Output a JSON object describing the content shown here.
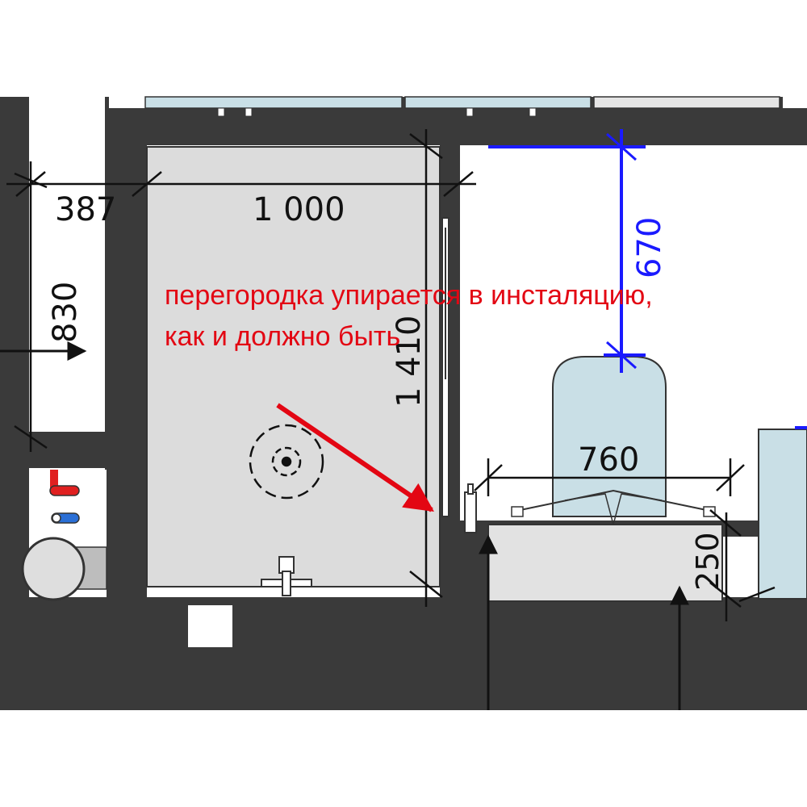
{
  "colors": {
    "wall": "#3a3a3a",
    "floor": "#dcdcdc",
    "fixture": "#c9dfe6",
    "dimension": "#111111",
    "highlight_dimension": "#1a1aff",
    "annotation": "#e30613",
    "hot_pipe": "#e02020",
    "cold_pipe": "#2a6fd6"
  },
  "dimensions": {
    "entry_width": "387",
    "shower_width": "1 000",
    "entry_depth": "830",
    "shower_depth": "1 410",
    "toilet_clearance": "670",
    "toilet_width": "760",
    "installation_depth": "250"
  },
  "annotation": {
    "line1": "перегородка упирается в инсталяцию,",
    "line2": "как и должно быть"
  },
  "icons": {
    "drain": "drain-icon",
    "shower_mixer": "shower-mixer-icon",
    "toilet": "toilet-icon",
    "boiler": "boiler-icon",
    "pipes": "pipes-icon"
  }
}
